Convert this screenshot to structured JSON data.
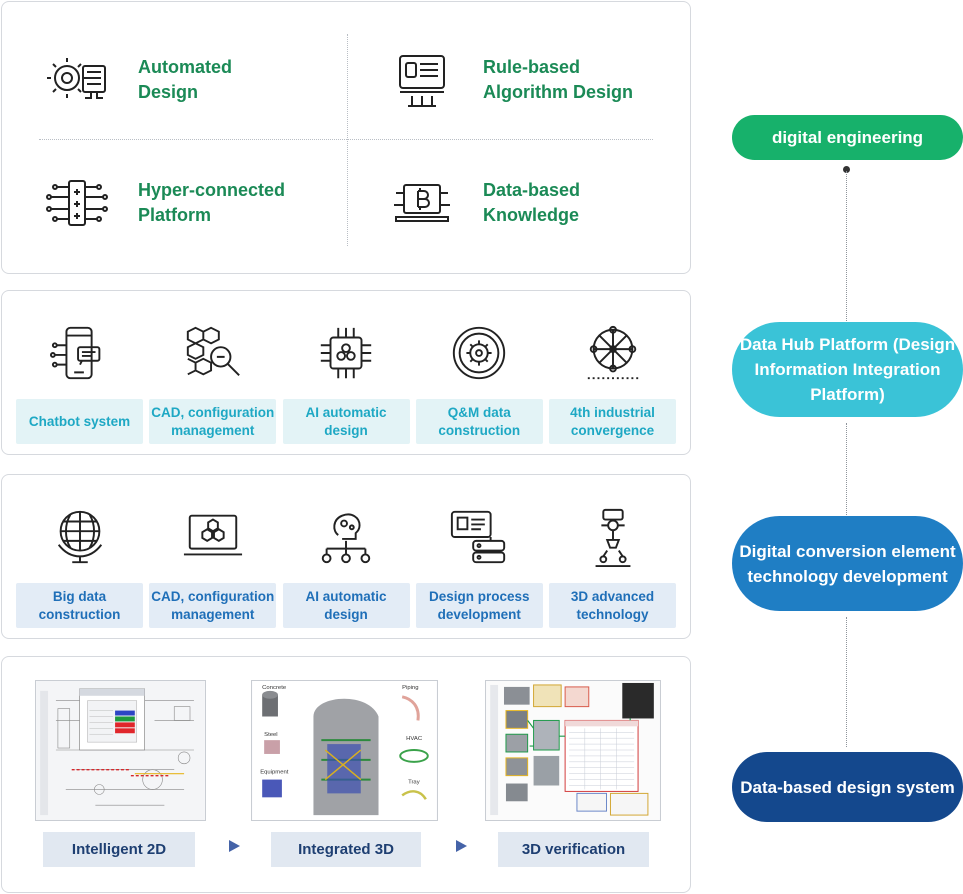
{
  "top": {
    "items": [
      {
        "label_line1": "Automated",
        "label_line2": "Design",
        "icon": "gear-monitor-icon"
      },
      {
        "label_line1": "Rule-based",
        "label_line2": "Algorithm Design",
        "icon": "presentation-board-icon"
      },
      {
        "label_line1": "Hyper-connected",
        "label_line2": "Platform",
        "icon": "circuit-chip-icon"
      },
      {
        "label_line1": "Data-based",
        "label_line2": "Knowledge",
        "icon": "bitcoin-laptop-icon"
      }
    ]
  },
  "hub_row": {
    "items": [
      {
        "label": "Chatbot system",
        "icon": "chatbot-phone-icon"
      },
      {
        "label": "CAD, configuration management",
        "icon": "hexagon-search-icon"
      },
      {
        "label": "AI automatic design",
        "icon": "ai-chip-icon"
      },
      {
        "label": "Q&M data construction",
        "icon": "gear-circle-icon"
      },
      {
        "label": "4th industrial convergence",
        "icon": "network-globe-icon"
      }
    ]
  },
  "conversion_row": {
    "items": [
      {
        "label": "Big data construction",
        "icon": "globe-stand-icon"
      },
      {
        "label": "CAD, configuration management",
        "icon": "laptop-hexagon-icon"
      },
      {
        "label": "AI automatic design",
        "icon": "ai-head-network-icon"
      },
      {
        "label": "Design process development",
        "icon": "server-stack-icon"
      },
      {
        "label": "3D advanced technology",
        "icon": "robot-arm-icon"
      }
    ]
  },
  "design_row": {
    "items": [
      {
        "label": "Intelligent 2D",
        "image": "intelligent-2d-screenshot"
      },
      {
        "label": "Integrated 3D",
        "image": "integrated-3d-render"
      },
      {
        "label": "3D verification",
        "image": "3d-verification-collage"
      }
    ],
    "thumb_3d_captions": [
      "Concrete",
      "Steel",
      "Equipment",
      "Piping",
      "HVAC",
      "Tray"
    ]
  },
  "stages": [
    {
      "label": "digital engineering",
      "color": "#17b16b"
    },
    {
      "label": "Data Hub Platform (Design Information Integration Platform)",
      "color": "#3ac3d7"
    },
    {
      "label": "Digital conversion element technology development",
      "color": "#1f7ec4"
    },
    {
      "label": "Data-based design system",
      "color": "#14488d"
    }
  ],
  "colors": {
    "top_text": "#1b8a56",
    "hub_text": "#1ea8c4",
    "conv_text": "#1f6fb8",
    "design_text": "#1e3f72"
  }
}
